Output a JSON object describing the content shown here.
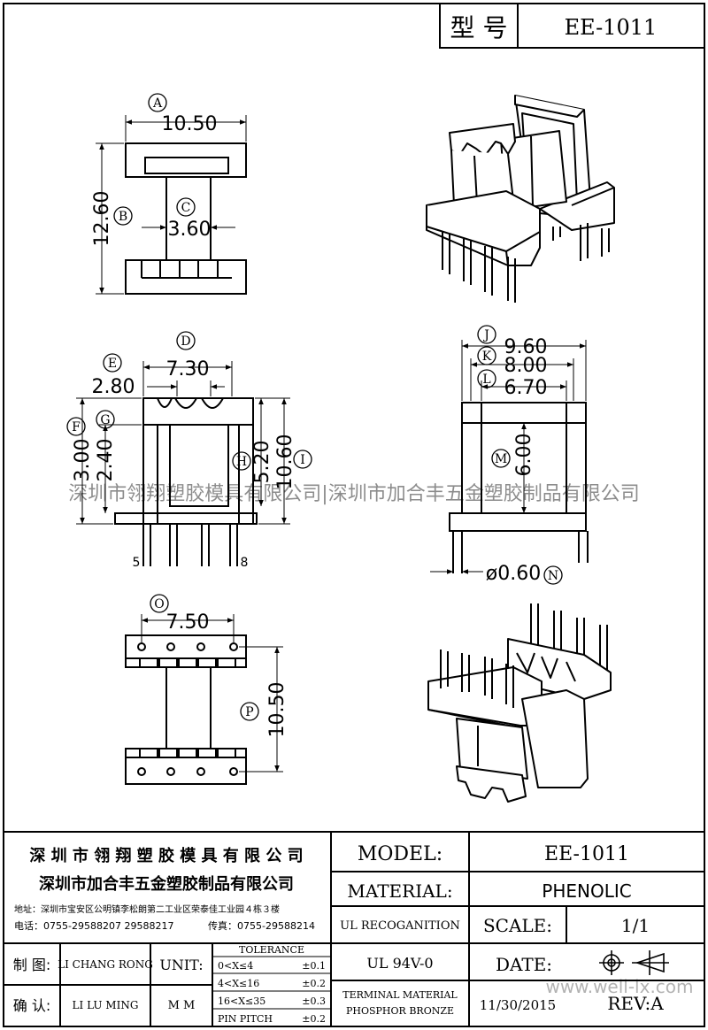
{
  "header": {
    "type_label": "型 号",
    "model_code": "EE-1011"
  },
  "watermark": {
    "text": "深圳市翎翔塑胶模具有限公司|深圳市加合丰五金塑胶制品有限公司",
    "site": "www.well-lx.com"
  },
  "dims": {
    "A": "10.50",
    "B": "12.60",
    "C": "3.60",
    "D": "7.30",
    "E": "2.80",
    "F": "3.00",
    "G": "2.40",
    "H": "5.20",
    "I": "10.60",
    "J": "9.60",
    "K": "8.00",
    "L": "6.70",
    "M": "6.00",
    "N": "ø0.60",
    "O": "7.50",
    "P": "10.50"
  },
  "markers": [
    "A",
    "B",
    "C",
    "D",
    "E",
    "F",
    "G",
    "H",
    "I",
    "J",
    "K",
    "L",
    "M",
    "N",
    "O",
    "P"
  ],
  "pins": {
    "left": "5",
    "right": "8"
  },
  "company": {
    "name1": "深 圳 市 翎 翔 塑 胶 模 具 有 限 公 司",
    "name2": "深圳市加合丰五金塑胶制品有限公司",
    "address": "地址：深圳市宝安区公明镇李松朗第二工业区荣泰佳工业园４栋３楼",
    "phone": "电话：0755-29588207  29588217",
    "fax": "传真：0755-29588214"
  },
  "table": {
    "model_label": "MODEL:",
    "model_value": "EE-1011",
    "material_label": "MATERIAL:",
    "material_value": "PHENOLIC",
    "ul_label": "UL RECOGANITION",
    "ul_value": "UL 94V-0",
    "scale_label": "SCALE:",
    "scale_value": "1/1",
    "date_label": "DATE:",
    "date_value": "11/30/2015",
    "rev_label": "REV:A",
    "terminal_line1": "TERMINAL MATERIAL",
    "terminal_line2": "PHOSPHOR  BRONZE",
    "drawn_label": "制 图:",
    "drawn_value": "LI CHANG RONG",
    "check_label": "确 认:",
    "check_value": "LI LU MING",
    "unit_label": "UNIT:",
    "unit_value": "M M",
    "tolerance_title": "TOLERANCE",
    "tolerance": [
      {
        "range": "0<X≤4",
        "value": "±0.1"
      },
      {
        "range": "4<X≤16",
        "value": "±0.2"
      },
      {
        "range": "16<X≤35",
        "value": "±0.3"
      },
      {
        "range": "PIN PITCH",
        "value": "±0.2"
      }
    ]
  }
}
